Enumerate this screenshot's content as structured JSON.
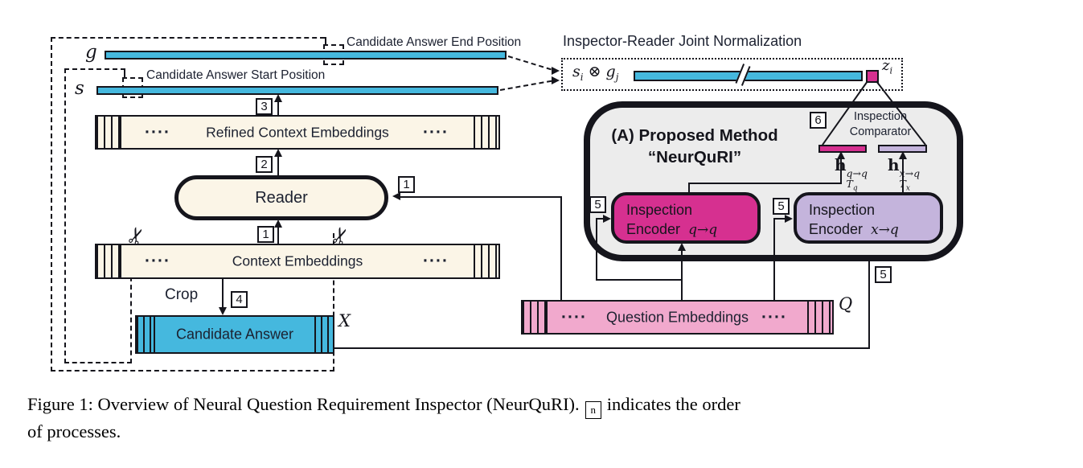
{
  "colors": {
    "bar_cyan": "#45b8de",
    "box_cream": "#fbf5e7",
    "question_pink": "#f1a9cd",
    "encoder_magenta": "#d63090",
    "encoder_lavender": "#c4b4dc",
    "panel_gray": "#ececec",
    "line_black": "#15151c"
  },
  "pointer_bars": {
    "g_label": "g",
    "s_label": "s",
    "end_caption": "Candidate Answer End Position",
    "start_caption": "Candidate Answer Start Position"
  },
  "normalization": {
    "title": "Inspector-Reader Joint Normalization",
    "input_s": "s",
    "input_s_sub": "i",
    "otimes": "⊗",
    "input_g": "g",
    "input_g_sub": "j",
    "output_z": "z",
    "output_z_sub": "i"
  },
  "steps": {
    "one": "1",
    "two": "2",
    "three": "3",
    "four": "4",
    "five": "5",
    "six": "6"
  },
  "boxes": {
    "refined": {
      "label": "Refined Context Embeddings",
      "dots": "····"
    },
    "reader": {
      "label": "Reader"
    },
    "context": {
      "label": "Context Embeddings",
      "dots": "····"
    },
    "crop": {
      "label": "Crop"
    },
    "candidate": {
      "label": "Candidate Answer",
      "tensor": "X"
    },
    "question": {
      "label": "Question Embeddings",
      "dots": "····",
      "tensor": "Q"
    }
  },
  "neurquri": {
    "title_line1": "(A) Proposed Method",
    "title_line2": "“NeurQuRI”",
    "comparator_line1": "Inspection",
    "comparator_line2": "Comparator",
    "encoder_qq": {
      "line1": "Inspection",
      "line2": "Encoder",
      "math": "q→q"
    },
    "encoder_xq": {
      "line1": "Inspection",
      "line2": "Encoder",
      "math": "x→q"
    },
    "h_qq": {
      "base": "h",
      "sub": "T",
      "subsub": "q",
      "sup": "q→q"
    },
    "h_xq": {
      "base": "h",
      "sub": "T",
      "subsub": "x",
      "sup": "x→q"
    }
  },
  "caption": {
    "line1_before": "Figure 1: Overview of Neural Question Requirement Inspector (NeurQuRI).",
    "n_symbol": "n",
    "line1_after": "indicates the order",
    "line2": "of processes."
  }
}
